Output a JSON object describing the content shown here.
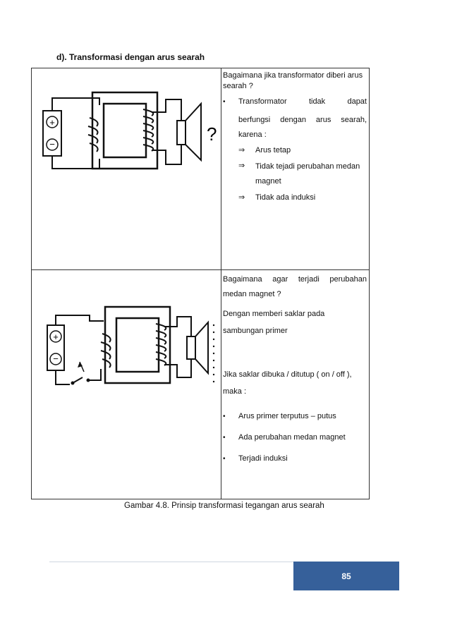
{
  "heading": "d). Transformasi dengan arus searah",
  "row1": {
    "question": "Bagaimana jika transformator diberi arus searah ?",
    "bullet_words": [
      "Transformator",
      "tidak",
      "dapat"
    ],
    "bullet_line2": "berfungsi dengan arus searah,",
    "bullet_line3": "karena :",
    "arrows": [
      "Arus tetap",
      "Tidak tejadi perubahan medan magnet",
      "Tidak ada induksi"
    ],
    "diagram_question_mark": "?"
  },
  "row2": {
    "question": "Bagaimana agar terjadi perubahan medan magnet ?",
    "answer": "Dengan memberi saklar pada sambungan primer",
    "condition": "Jika saklar dibuka / ditutup ( on / off ), maka :",
    "bullets": [
      "Arus primer terputus – putus",
      "Ada perubahan medan magnet",
      "Terjadi induksi"
    ]
  },
  "caption": "Gambar 4.8. Prinsip transformasi tegangan arus searah",
  "page_number": "85",
  "symbols": {
    "bullet": "•",
    "arrow": "⇒",
    "plus": "+",
    "minus": "−"
  }
}
